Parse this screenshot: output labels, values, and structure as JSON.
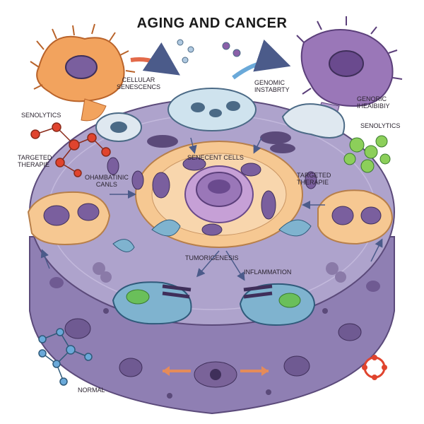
{
  "title": "AGING AND CANCER",
  "labels": {
    "cellular_senescence_1": "CELLULAR",
    "cellular_senescence_2": "SENESCENCS",
    "genomic_instability_1": "GENOMIC",
    "genomic_instability_2": "INSTABRTY",
    "genoric_1": "GENORIC",
    "genoric_2": "IHEAIBIBIY",
    "senolytics_left": "SENOLYTICS",
    "senolytics_right": "SENOLYTICS",
    "targeted_left_1": "TARGETED",
    "targeted_left_2": "THERAPIE",
    "targeted_right_1": "TARGETED",
    "targeted_right_2": "THERAPIE",
    "senescent_cells": "SENECENT CELLS",
    "ohamatinic_1": "OHAMBATINIC",
    "ohamatinic_2": "CANLS",
    "tumorigenesis": "TUMORIGENESIS",
    "inflammation": "INFLAMMATION",
    "normal": "NORMAL"
  },
  "colors": {
    "disc_top": "#a99ec9",
    "disc_side": "#8f7fb3",
    "inner_ring": "#f4c48f",
    "nucleus": "#7a5f9e",
    "orange_cell": "#f2a35e",
    "purple_cell": "#9a77b8",
    "green_molecule": "#8ccf5a",
    "red_molecule": "#e0442e",
    "blue_molecule": "#6aa9d9",
    "arrow_blue": "#4b78b5",
    "arrow_orange": "#e58b5a"
  }
}
